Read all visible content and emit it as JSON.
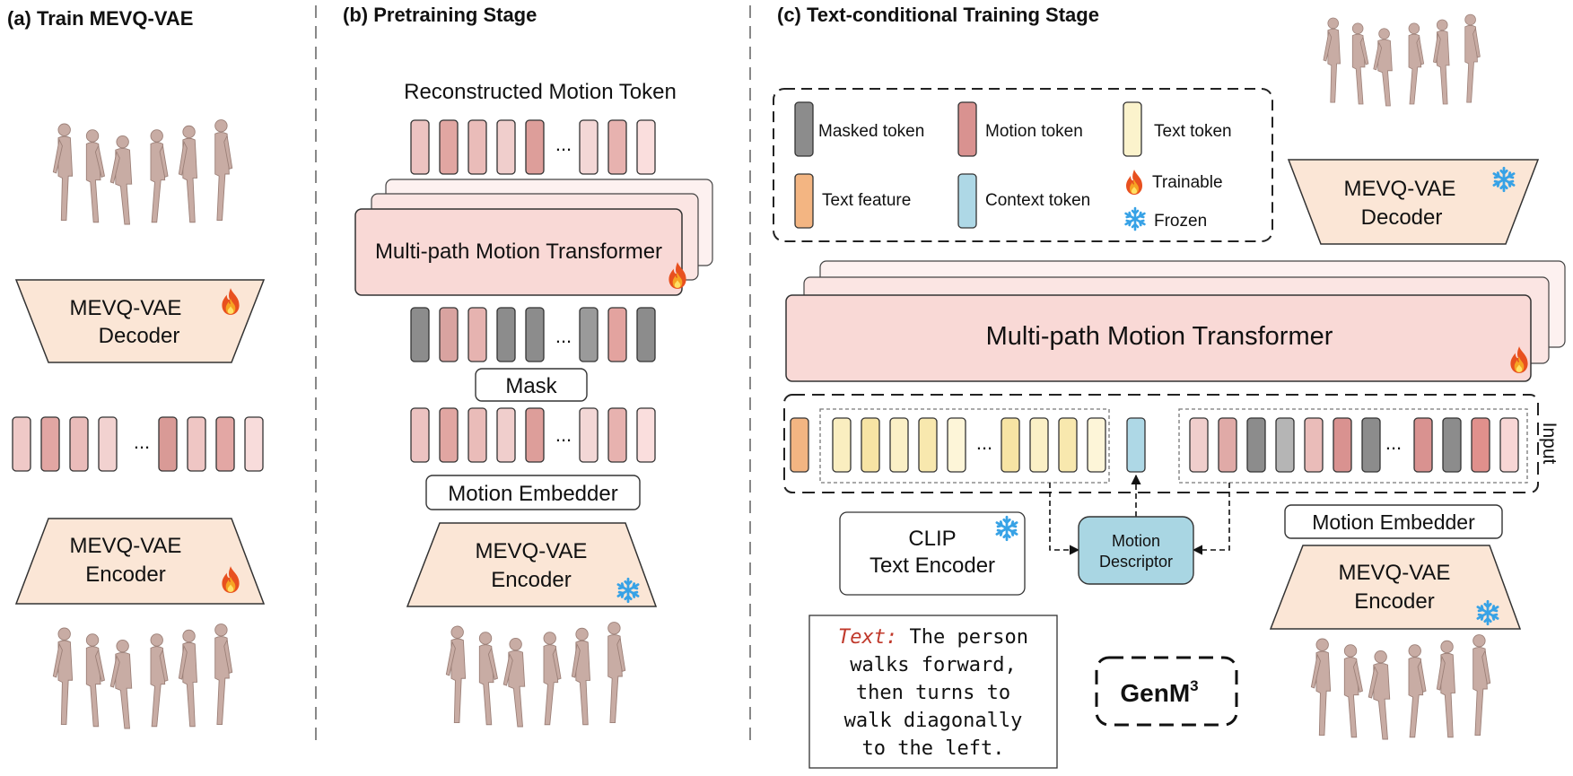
{
  "sections": {
    "a": {
      "title": "(a) Train MEVQ-VAE"
    },
    "b": {
      "title": "(b) Pretraining Stage"
    },
    "c": {
      "title": "(c) Text-conditional Training Stage"
    }
  },
  "a": {
    "decoder": {
      "line1": "MEVQ-VAE",
      "line2": "Decoder"
    },
    "encoder": {
      "line1": "MEVQ-VAE",
      "line2": "Encoder"
    },
    "ellipsis": "...",
    "tokens_left": [
      "#efc9c7",
      "#e2a6a3",
      "#eabcba",
      "#f2d2d0"
    ],
    "tokens_right": [
      "#d99a96",
      "#efc6c4",
      "#e3a7a4",
      "#f8dcdb"
    ]
  },
  "b": {
    "reconstructed_label": "Reconstructed Motion Token",
    "transformer_label": "Multi-path Motion Transformer",
    "mask_label": "Mask",
    "embedder_label": "Motion Embedder",
    "encoder": {
      "line1": "MEVQ-VAE",
      "line2": "Encoder"
    },
    "ellipsis": "...",
    "top_tokens_left": [
      "#ecc3c1",
      "#e1a6a2",
      "#eabcb9",
      "#f0cecc",
      "#dd9e9a"
    ],
    "top_tokens_right": [
      "#f3d7d6",
      "#e7b2af",
      "#fadedd"
    ],
    "mid_tokens_left": [
      "#8c8c8c",
      "#d9a3a0",
      "#e6b3b0",
      "#8c8c8c",
      "#8c8c8c"
    ],
    "mid_tokens_right": [
      "#9a9a9a",
      "#e3a39f",
      "#8c8c8c"
    ],
    "bot_tokens_left": [
      "#ecc3c1",
      "#e1a6a2",
      "#eabcb9",
      "#f0cecc",
      "#dd9e9a"
    ],
    "bot_tokens_right": [
      "#f3d7d6",
      "#e7b2af",
      "#fadedd"
    ]
  },
  "c": {
    "legend": {
      "masked": "Masked token",
      "motion": "Motion token",
      "text": "Text token",
      "text_feature": "Text feature",
      "context": "Context token",
      "trainable": "Trainable",
      "frozen": "Frozen"
    },
    "decoder": {
      "line1": "MEVQ-VAE",
      "line2": "Decoder"
    },
    "transformer_label": "Multi-path Motion Transformer",
    "input_label": "Input",
    "ellipsis": "...",
    "clip": {
      "line1": "CLIP",
      "line2": "Text Encoder"
    },
    "descriptor": {
      "line1": "Motion",
      "line2": "Descriptor"
    },
    "embedder_label": "Motion Embedder",
    "encoder": {
      "line1": "MEVQ-VAE",
      "line2": "Encoder"
    },
    "text_prompt": {
      "prefix": "Text:",
      "lines": [
        " The person",
        "walks forward,",
        "then turns to",
        "walk diagonally",
        "to the left."
      ]
    },
    "model_name": "GenM",
    "model_sup": "3",
    "text_tokens_left": [
      "#faeec0",
      "#f7e4a4",
      "#fbf0c6",
      "#f8e8ae",
      "#fdf5d8"
    ],
    "text_tokens_right": [
      "#f7e4a4",
      "#fbf0c6",
      "#f8e8ae",
      "#fdf5d8"
    ],
    "motion_tokens_left": [
      "#f0cecc",
      "#e0aaa7",
      "#8c8c8c",
      "#b5b5b5",
      "#eabcb9",
      "#d99290",
      "#8c8c8c"
    ],
    "motion_tokens_right": [
      "#d99290",
      "#8c8c8c",
      "#e0908c",
      "#f8d6d5"
    ]
  },
  "colors": {
    "vae_fill": "#fbe6d6",
    "transformer_fill": "#f9d9d6",
    "text_feature": "#f3b582",
    "context_token": "#aed8e6",
    "descriptor_fill": "#a9d6e3",
    "masked_token": "#8c8c8c",
    "motion_token": "#d99290",
    "text_token": "#fbf3cc",
    "prompt_prefix": "#c0392b"
  }
}
